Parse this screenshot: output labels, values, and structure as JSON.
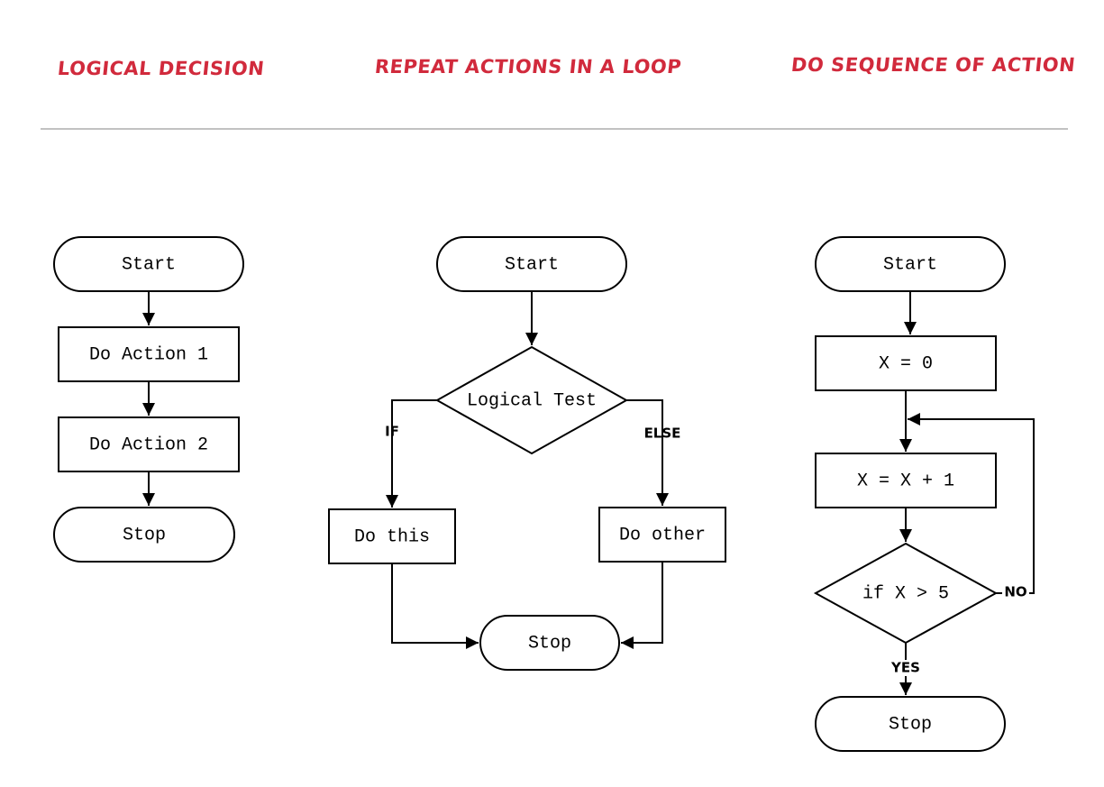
{
  "headings": {
    "col1": "LOGICAL DECISION",
    "col2": "REPEAT ACTIONS IN A LOOP",
    "col3": "DO SEQUENCE OF ACTION"
  },
  "flow_sequence": {
    "start": "Start",
    "action1": "Do Action 1",
    "action2": "Do Action 2",
    "stop": "Stop"
  },
  "flow_decision": {
    "start": "Start",
    "test": "Logical Test",
    "if_label": "IF",
    "else_label": "ELSE",
    "do_this": "Do this",
    "do_other": "Do other",
    "stop": "Stop"
  },
  "flow_loop": {
    "start": "Start",
    "init": "X = 0",
    "increment": "X = X + 1",
    "condition": "if X > 5",
    "no_label": "NO",
    "yes_label": "YES",
    "stop": "Stop"
  },
  "colors": {
    "heading": "#d12a3c",
    "rule": "#c2c2c2",
    "stroke": "#000000"
  }
}
